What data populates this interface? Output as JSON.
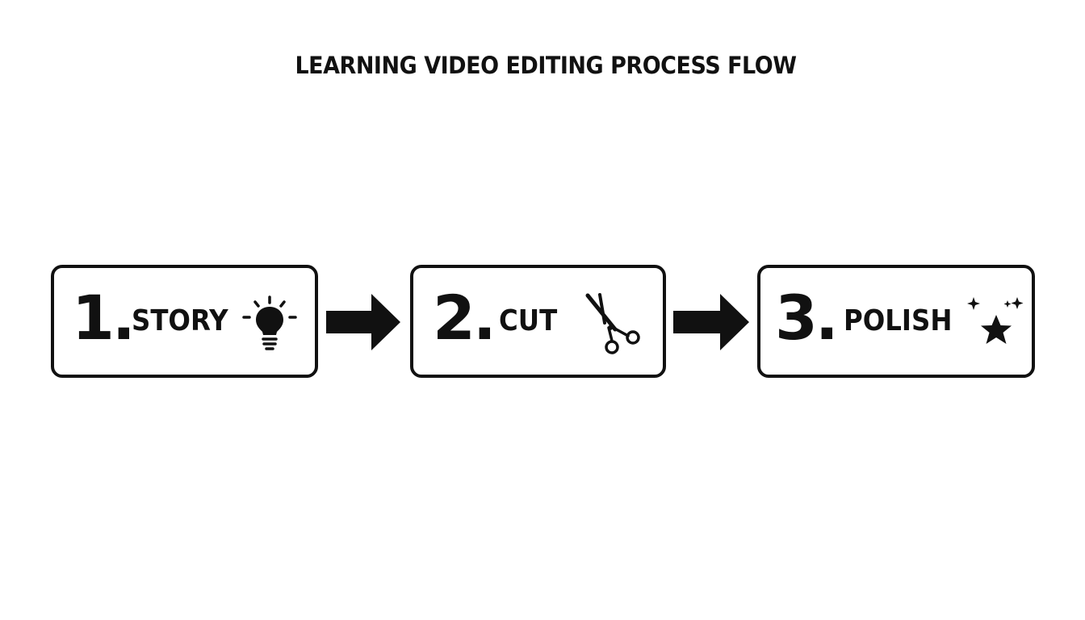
{
  "diagram": {
    "title": "LEARNING VIDEO EDITING PROCESS FLOW",
    "steps": [
      {
        "number": "1.",
        "label": "STORY",
        "icon": "lightbulb-icon"
      },
      {
        "number": "2.",
        "label": "CUT",
        "icon": "scissors-icon"
      },
      {
        "number": "3.",
        "label": "POLISH",
        "icon": "sparkle-star-icon"
      }
    ],
    "connectors": [
      {
        "from": "STORY",
        "to": "CUT",
        "icon": "right-arrow-icon"
      },
      {
        "from": "CUT",
        "to": "POLISH",
        "icon": "right-arrow-icon"
      }
    ],
    "colors": {
      "ink": "#111111",
      "background": "#ffffff"
    }
  }
}
